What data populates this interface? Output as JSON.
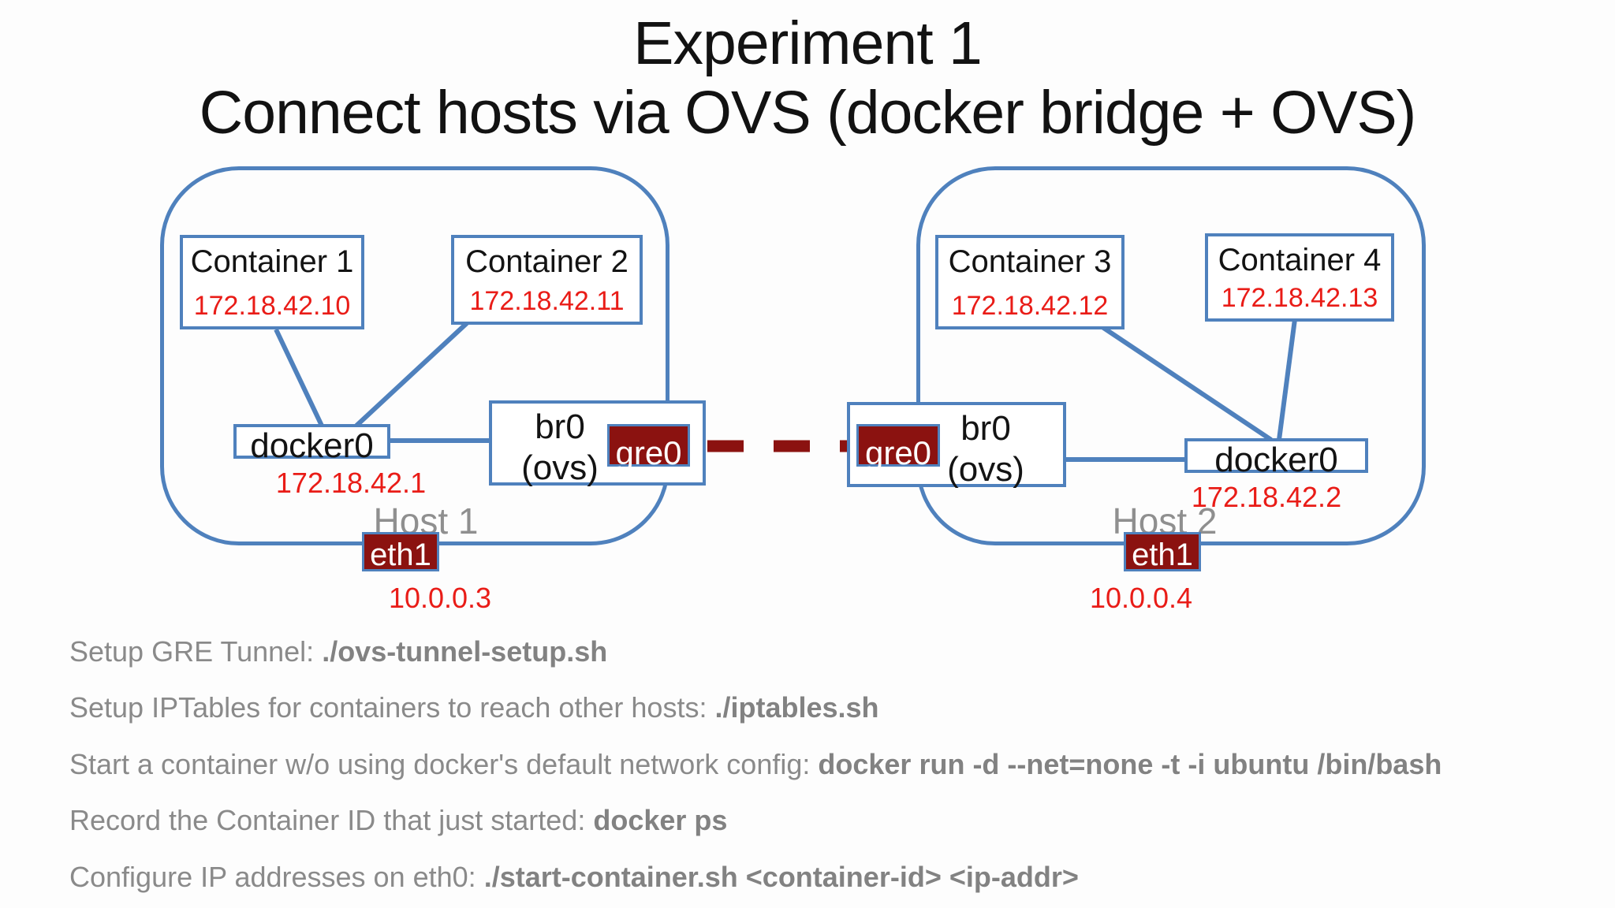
{
  "title": {
    "line1": "Experiment 1",
    "line2": "Connect hosts via OVS (docker bridge + OVS)"
  },
  "colors": {
    "accent_blue": "#4f81bd",
    "dark_red": "#8b1210",
    "ip_red": "#e91c17",
    "label_gray": "#8a8a8a"
  },
  "hosts": [
    {
      "label": "Host 1",
      "eth": {
        "label": "eth1",
        "ip": "10.0.0.3"
      },
      "containers": [
        {
          "name": "Container 1",
          "ip": "172.18.42.10"
        },
        {
          "name": "Container 2",
          "ip": "172.18.42.11"
        }
      ],
      "bridge": {
        "label": "docker0",
        "ip": "172.18.42.1"
      },
      "ovs": {
        "line1": "br0",
        "line2": "(ovs)",
        "tunnel_port": "gre0"
      }
    },
    {
      "label": "Host 2",
      "eth": {
        "label": "eth1",
        "ip": "10.0.0.4"
      },
      "containers": [
        {
          "name": "Container 3",
          "ip": "172.18.42.12"
        },
        {
          "name": "Container 4",
          "ip": "172.18.42.13"
        }
      ],
      "bridge": {
        "label": "docker0",
        "ip": "172.18.42.2"
      },
      "ovs": {
        "line1": "br0",
        "line2": "(ovs)",
        "tunnel_port": "gre0"
      }
    }
  ],
  "instructions": [
    {
      "text": "Setup GRE Tunnel: ",
      "command": "./ovs-tunnel-setup.sh"
    },
    {
      "text": "Setup IPTables for containers to reach other hosts: ",
      "command": "./iptables.sh"
    },
    {
      "text": "Start a container w/o using docker's default network config:  ",
      "command": "docker run -d --net=none -t -i ubuntu /bin/bash"
    },
    {
      "text": "Record the Container ID that just started: ",
      "command": "docker ps"
    },
    {
      "text": "Configure IP addresses on eth0: ",
      "command": "./start-container.sh <container-id> <ip-addr>"
    }
  ]
}
